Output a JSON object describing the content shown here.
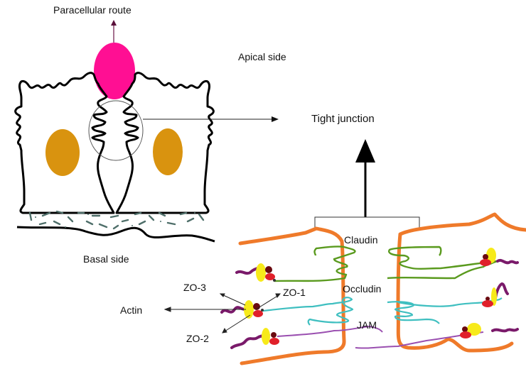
{
  "title": "Tight junction paracellular route schematic",
  "labels": {
    "paracellular_route": "Paracellular route",
    "apical_side": "Apical side",
    "basal_side": "Basal side",
    "tight_junction": "Tight junction",
    "claudin": "Claudin",
    "occludin": "Occludin",
    "jam": "JAM",
    "zo1": "ZO-1",
    "zo2": "ZO-2",
    "zo3": "ZO-3",
    "actin": "Actin"
  },
  "colors": {
    "outline": "#000000",
    "paracellular_particle": "#ff1493",
    "route_arrow": "#6b1446",
    "nucleus": "#d9930f",
    "basement_membrane_fibers": "#4f6f6a",
    "membrane": "#ef7a2a",
    "claudin": "#5a9a1e",
    "occludin": "#3fbfc0",
    "jam": "#9a4fb0",
    "actin": "#7a1a6a",
    "zo_yellow": "#f7ea1a",
    "zo_red": "#e0202a",
    "zo_darkred": "#6a0a10"
  }
}
